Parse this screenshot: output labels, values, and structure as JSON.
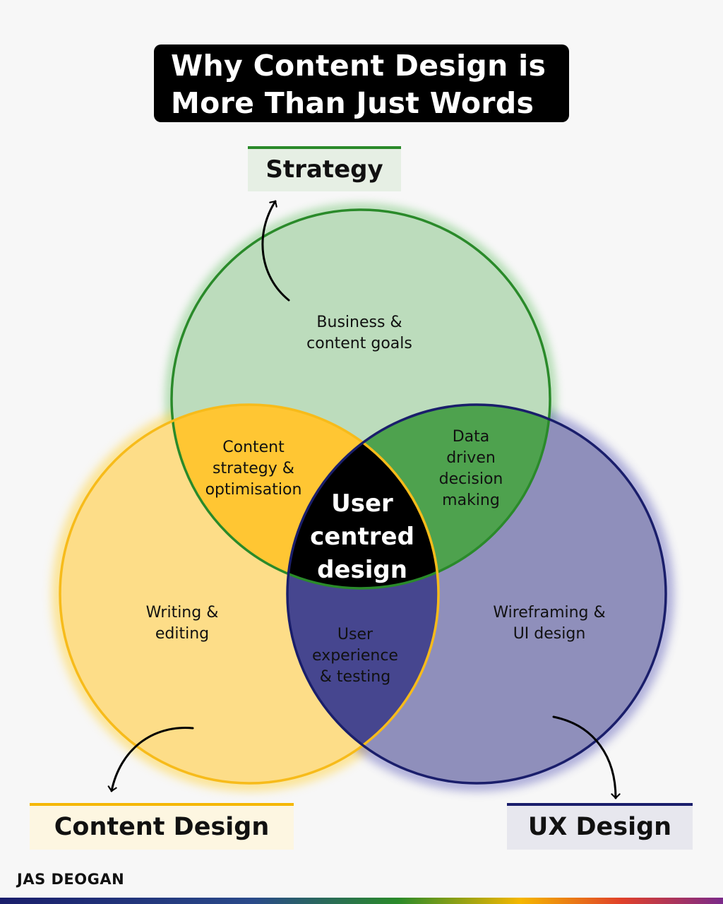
{
  "title": {
    "line1": "Why Content Design is",
    "line2": "More Than Just Words"
  },
  "labels": {
    "strategy": "Strategy",
    "content_design": "Content Design",
    "ux_design": "UX Design"
  },
  "regions": {
    "strategy_only": [
      "Business &",
      "content goals"
    ],
    "content_only": [
      "Writing &",
      "editing"
    ],
    "ux_only": [
      "Wireframing &",
      "UI design"
    ],
    "strategy_content": [
      "Content",
      "strategy &",
      "optimisation"
    ],
    "strategy_ux": [
      "Data",
      "driven",
      "decision",
      "making"
    ],
    "content_ux": [
      "User",
      "experience",
      "& testing"
    ],
    "center": [
      "User",
      "centred",
      "design"
    ]
  },
  "brand": "JAS DEOGAN",
  "colors": {
    "strategy_fill": "#bcdcbc",
    "strategy_stroke": "#2a8a2a",
    "strategy_overlap": "#4ea24e",
    "content_fill": "#fddd88",
    "content_stroke": "#f7bb1a",
    "content_overlap": "#ffc633",
    "ux_fill": "#8f8fbb",
    "ux_stroke": "#1a1e6b",
    "ux_overlap": "#46468f",
    "center": "#000000"
  }
}
